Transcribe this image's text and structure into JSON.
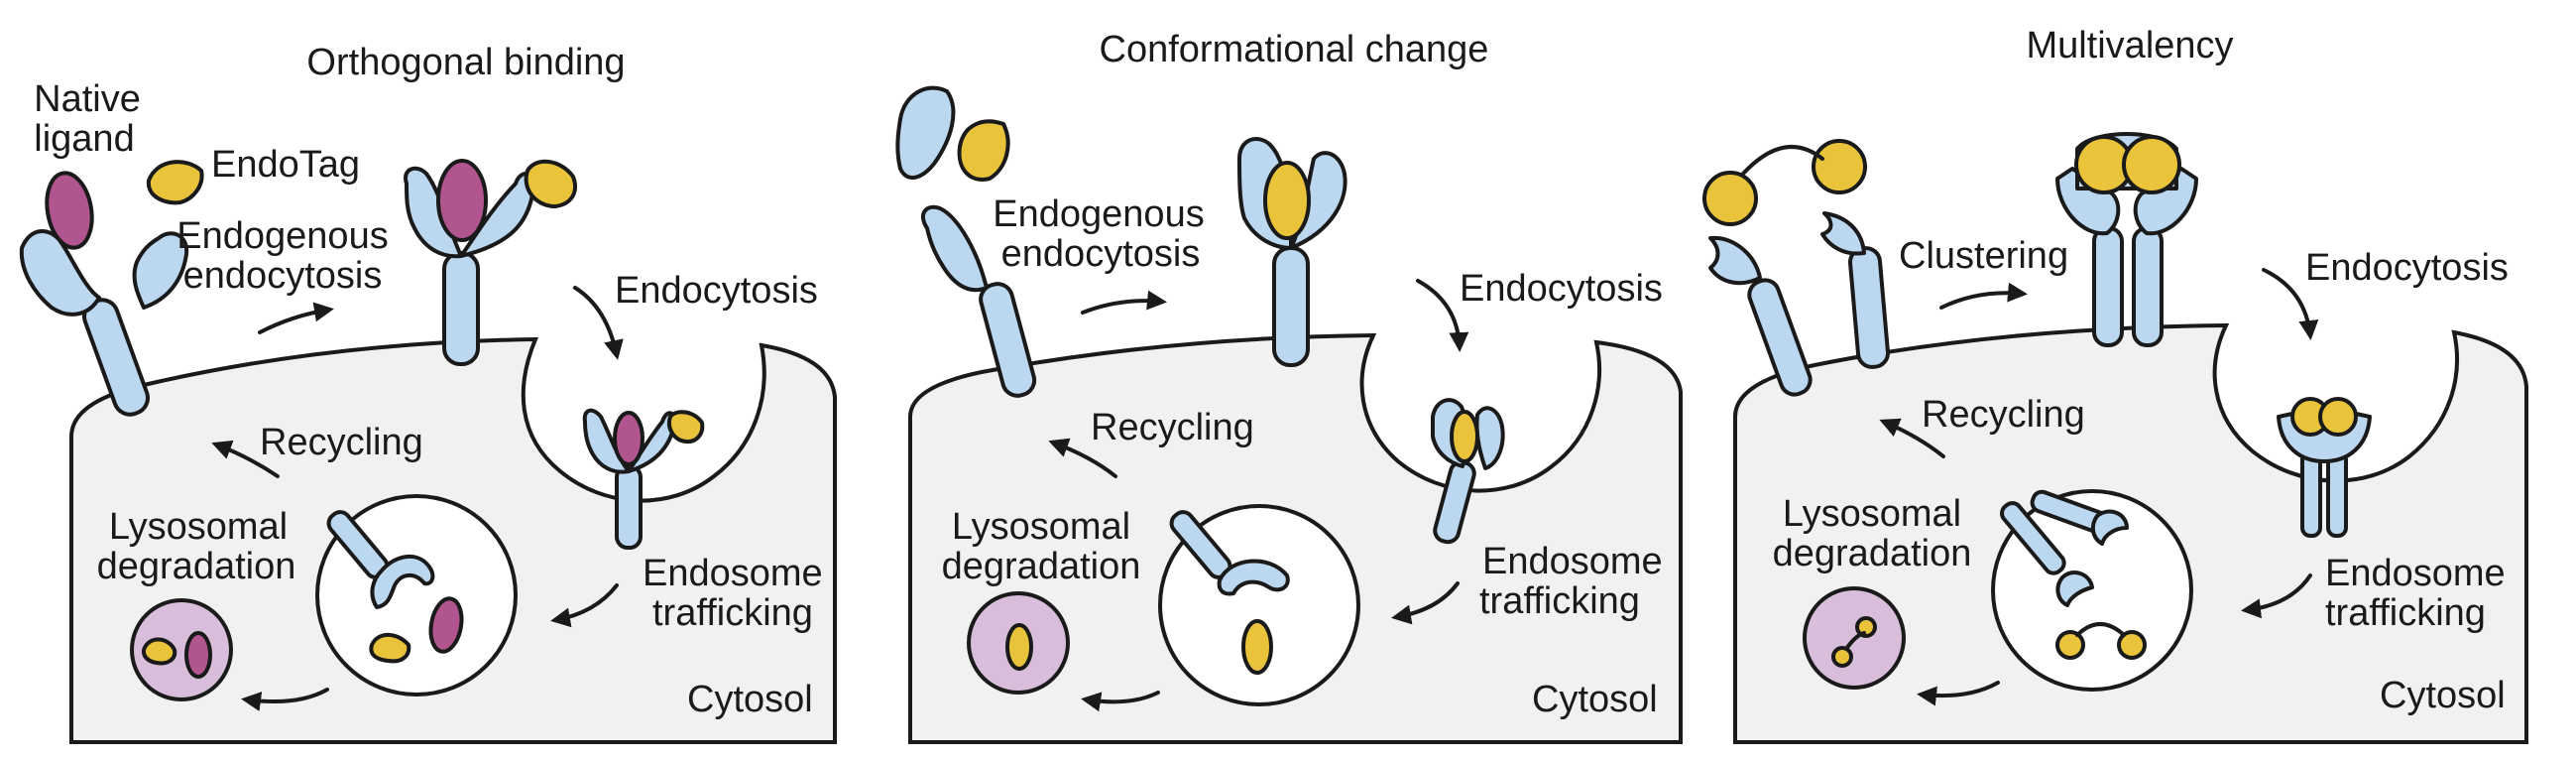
{
  "panels": [
    {
      "title": "Orthogonal binding",
      "labels": {
        "native_ligand_1": "Native",
        "native_ligand_2": "ligand",
        "endotag": "EndoTag",
        "endogenous_1": "Endogenous",
        "endogenous_2": "endocytosis",
        "endocytosis": "Endocytosis",
        "recycling": "Recycling",
        "lysosomal_1": "Lysosomal",
        "lysosomal_2": "degradation",
        "endosome_1": "Endosome",
        "endosome_2": "trafficking",
        "cytosol": "Cytosol"
      }
    },
    {
      "title": "Conformational change",
      "labels": {
        "endogenous_1": "Endogenous",
        "endogenous_2": "endocytosis",
        "endocytosis": "Endocytosis",
        "recycling": "Recycling",
        "lysosomal_1": "Lysosomal",
        "lysosomal_2": "degradation",
        "endosome_1": "Endosome",
        "endosome_2": "trafficking",
        "cytosol": "Cytosol"
      }
    },
    {
      "title": "Multivalency",
      "labels": {
        "clustering": "Clustering",
        "endocytosis": "Endocytosis",
        "recycling": "Recycling",
        "lysosomal_1": "Lysosomal",
        "lysosomal_2": "degradation",
        "endosome_1": "Endosome",
        "endosome_2": "trafficking",
        "cytosol": "Cytosol"
      }
    }
  ],
  "colors": {
    "cell_fill": "#f1f1f1",
    "receptor": "#bcd7f0",
    "native_ligand": "#b0558e",
    "endotag": "#e9c43b",
    "lysosome": "#d8bedb",
    "outline": "#1a1a1a"
  }
}
